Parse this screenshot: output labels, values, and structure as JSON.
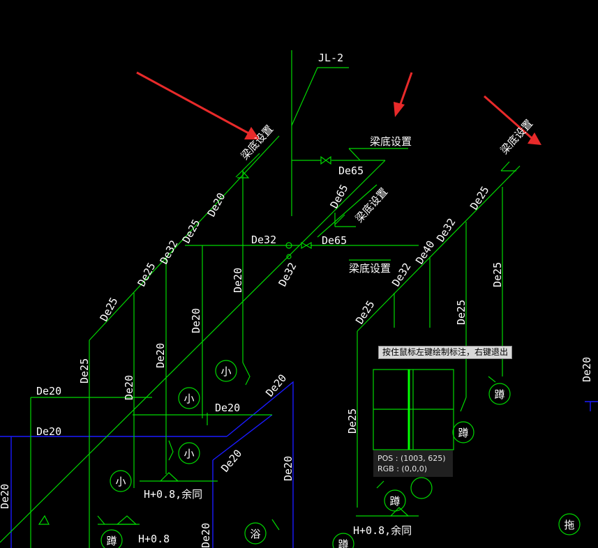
{
  "labels": {
    "riser": "JL-2",
    "beam_setting": "梁底设置",
    "de20": "De20",
    "de25": "De25",
    "de32": "De32",
    "de40": "De40",
    "de65": "De65",
    "height_note": "H+0.8,余同",
    "height_short": "H+0.8"
  },
  "fixtures": {
    "xiao": "小",
    "dun": "蹲",
    "yu": "浴",
    "tuo": "拖"
  },
  "tooltip": {
    "text": "按住鼠标左键绘制标注，右键退出"
  },
  "readout": {
    "pos_label": "POS",
    "pos_value": "(1003, 625)",
    "rgb_label": "RGB",
    "rgb_value": "(0,0,0)"
  },
  "colors": {
    "background": "#000000",
    "pipe": "#00e000",
    "text": "#ffffff",
    "wall": "#1a1aff",
    "arrow": "#e82a2a"
  }
}
